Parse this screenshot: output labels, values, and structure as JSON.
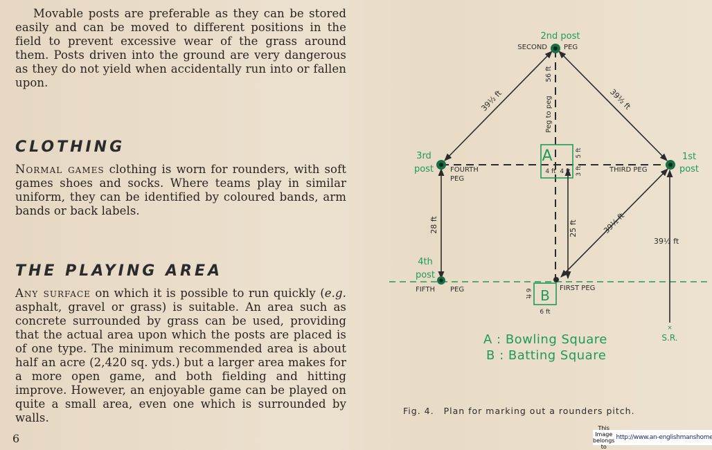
{
  "page": {
    "intro_paragraph": "Movable posts are preferable as they can be stored easily and can be moved to different positions in the field to prevent excessive wear of the grass around them.  Posts driven into the ground are very dangerous as they do not yield when accidentally run into or fallen upon.",
    "clothing": {
      "heading": "CLOTHING",
      "lead": "Normal games",
      "text": " clothing is worn for rounders, with soft games shoes and socks.  Where teams play in similar uniform, they can be identified by coloured bands, arm bands or back labels."
    },
    "playing_area": {
      "heading": "THE PLAYING AREA",
      "lead": "Any surface",
      "text_1": " on which it is possible to run quickly (",
      "eg": "e.g.",
      "text_2": " asphalt, gravel or grass) is suitable.  An area such as concrete surrounded by grass can be used, providing that the actual area upon which the posts are placed is of one type.  The minimum recommended area is about half an acre (2,420 sq. yds.) but a larger area makes for a more open game, and both fielding and hitting improve.  However, an enjoyable game can be played on quite a small area, even one which is surrounded by walls."
    },
    "page_number": "6"
  },
  "diagram": {
    "colors": {
      "green": "#1e9a5a",
      "ink": "#2b2b2b",
      "post": "#1a6e45"
    },
    "labels": {
      "post2": "2nd post",
      "second_peg": "SECOND",
      "peg_word": "PEG",
      "post3_a": "3rd",
      "post3_b": "post",
      "fourth_peg_a": "FOURTH",
      "fourth_peg_b": "PEG",
      "post1_a": "1st",
      "post1_b": "post",
      "third_peg": "THIRD PEG",
      "post4_a": "4th",
      "post4_b": "post",
      "fifth_peg": "FIFTH",
      "fifth_peg_b": "PEG",
      "first_peg": "FIRST PEG",
      "square_a": "A",
      "square_b": "B",
      "sr": "S.R.",
      "legend_a": "A : Bowling Square",
      "legend_b": "B : Batting Square"
    },
    "dimensions": {
      "d_39_left": "39½ ft",
      "d_39_right": "39½ ft",
      "d_56": "56 ft",
      "d_peg_to_peg": "Peg to peg",
      "d_5": "5 ft",
      "d_4_left": "4 ft",
      "d_4_right": "4 ft",
      "d_3": "3 ft",
      "d_28": "28 ft",
      "d_25": "25 ft",
      "d_39_diag": "39½ ft",
      "d_39_sr": "39½ ft",
      "d_6_side": "6 ft",
      "d_6_bottom": "6 ft"
    }
  },
  "caption": {
    "fig": "Fig. 4.",
    "text": "Plan for marking out a rounders pitch."
  },
  "credit": {
    "line1": "This Image",
    "line2": "belongs to",
    "url": "http://www.an-englishmanshome.co.uk/"
  }
}
